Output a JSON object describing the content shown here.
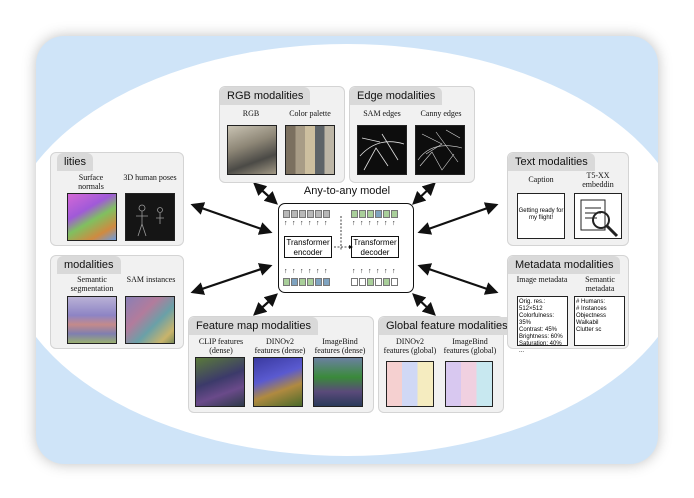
{
  "center": {
    "title": "Any-to-any model",
    "encoder_label": "Transformer encoder",
    "decoder_label": "Transformer decoder"
  },
  "panels": {
    "rgb": {
      "title": "RGB modalities",
      "items": [
        "RGB",
        "Color palette"
      ]
    },
    "edge": {
      "title": "Edge modalities",
      "items": [
        "SAM edges",
        "Canny edges"
      ]
    },
    "geometric": {
      "title": "lities",
      "items": [
        "Surface normals",
        "3D human poses"
      ]
    },
    "semantic": {
      "title": "modalities",
      "items": [
        "Semantic segmentation",
        "SAM instances"
      ]
    },
    "feature": {
      "title": "Feature map modalities",
      "items": [
        "CLIP features (dense)",
        "DINOv2 features (dense)",
        "ImageBind features (dense)"
      ]
    },
    "global": {
      "title": "Global feature modalities",
      "items": [
        "DINOv2 features (global)",
        "ImageBind features (global)"
      ]
    },
    "text": {
      "title": "Text modalities",
      "items": [
        "Caption",
        "T5-XX embeddin"
      ],
      "caption_text": "Getting ready for my flight!"
    },
    "metadata": {
      "title": "Metadata modalities",
      "items": [
        "Image metadata",
        "Semantic metadata"
      ],
      "image_meta_lines": [
        "Orig. res.: 512×512",
        "Colorfulness: 35%",
        "Contrast: 45%",
        "Brightness: 60%",
        "Saturation: 40%",
        "..."
      ],
      "semantic_meta_lines": [
        "# Humans:",
        "# Instances",
        "Objectness",
        "Walkabil",
        "Clutter sc"
      ]
    }
  },
  "colors": {
    "frame_bg": "#cfe4f8",
    "panel_bg": "#f1f1f1",
    "panel_header": "#d9d9d9",
    "token_gray": "#b8b8b8",
    "token_green": "#a9cf9a",
    "token_blue": "#7fa3c0"
  }
}
